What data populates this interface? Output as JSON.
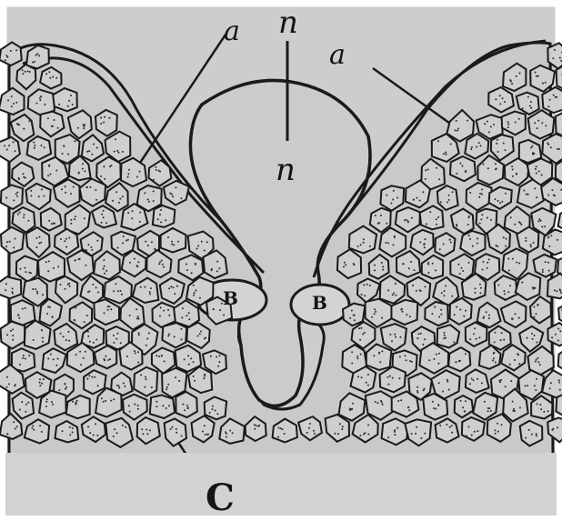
{
  "figure": {
    "description_free": true,
    "labels": {
      "a_left": "a",
      "a_right": "a",
      "n_top": "n",
      "n_center": "n",
      "B_left": "B",
      "B_right": "B",
      "c_bottom": "C"
    },
    "colors": {
      "paper": "#cfcfcf",
      "ink": "#1a1a1a",
      "border": "#ffffff"
    }
  }
}
